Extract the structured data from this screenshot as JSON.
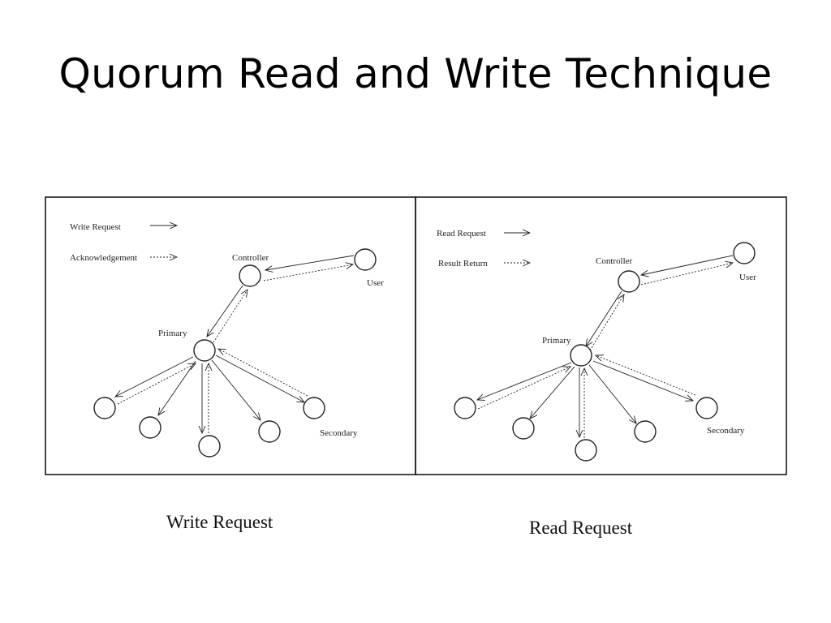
{
  "title": "Quorum Read and Write Technique",
  "colors": {
    "ink": "#222222",
    "border": "#1a1a1a",
    "background": "#ffffff"
  },
  "write_panel": {
    "legend": {
      "solid_label": "Write Request",
      "dotted_label": "Acknowledgement"
    },
    "labels": {
      "controller": "Controller",
      "user": "User",
      "primary": "Primary",
      "secondary": "Secondary"
    },
    "caption": "Write Request"
  },
  "read_panel": {
    "legend": {
      "solid_label": "Read Request",
      "dotted_label": "Result Return"
    },
    "labels": {
      "controller": "Controller",
      "user": "User",
      "primary": "Primary",
      "secondary": "Secondary"
    },
    "caption": "Read Request"
  }
}
